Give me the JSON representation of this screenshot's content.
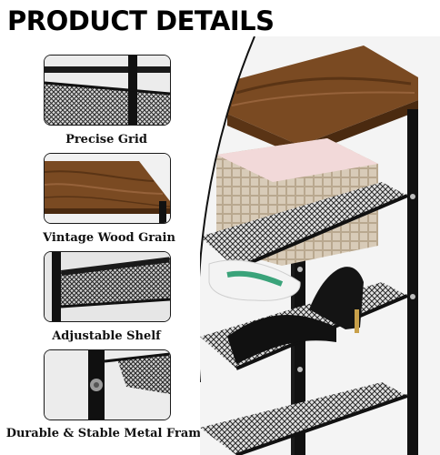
{
  "heading": "PRODUCT DETAILS",
  "features": [
    {
      "label": "Precise Grid",
      "icon": "mesh-grid-closeup-image"
    },
    {
      "label": "Vintage Wood Grain",
      "icon": "wood-grain-closeup-image"
    },
    {
      "label": "Adjustable Shelf",
      "icon": "adjustable-shelf-closeup-image"
    },
    {
      "label": "Durable & Stable Metal Frame",
      "icon": "metal-frame-bolt-closeup-image"
    }
  ],
  "colors": {
    "frame": "#111111",
    "wood": "#7a4a22",
    "wood_dark": "#5a3415",
    "mesh": "#1c1c1c",
    "basket": "#d8cbb8",
    "liner": "#f2d9d9"
  }
}
